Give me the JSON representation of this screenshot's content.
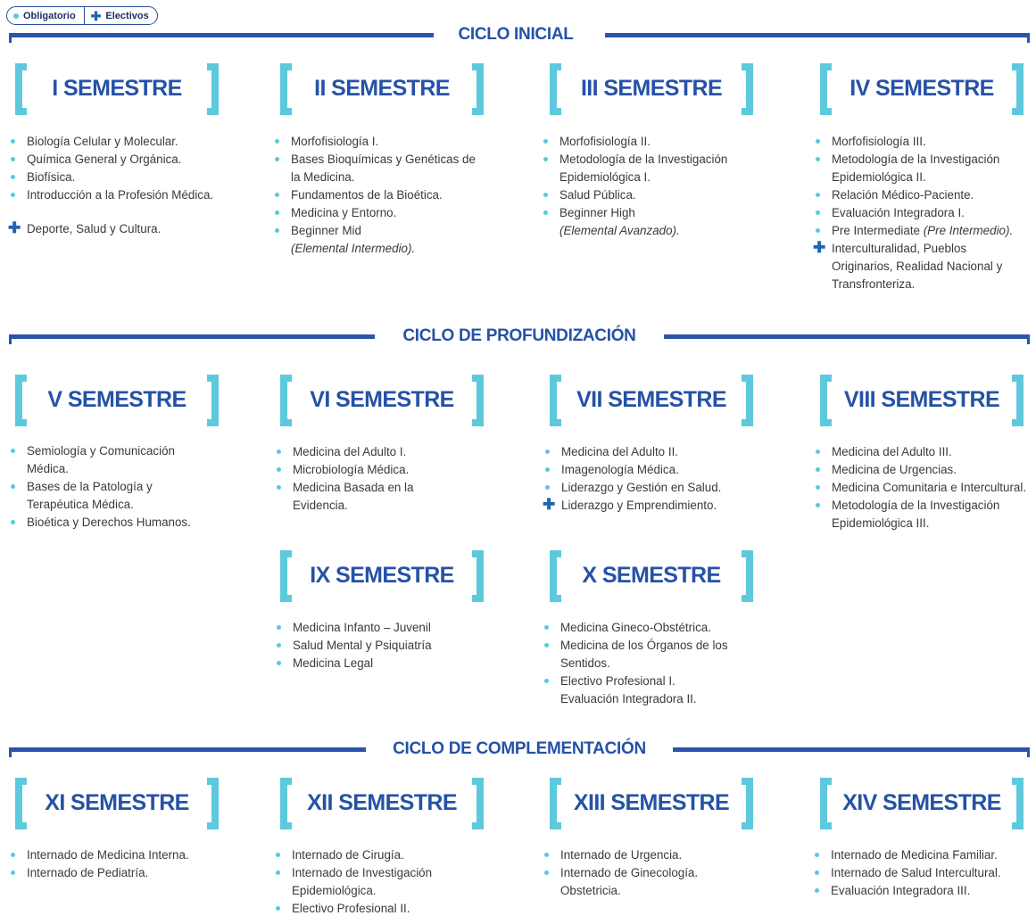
{
  "legend": {
    "mandatory": "Obligatorio",
    "electives": "Electivos"
  },
  "cycles": {
    "c1": "CICLO INICIAL",
    "c2": "CICLO DE PROFUNDIZACIÓN",
    "c3": "CICLO DE COMPLEMENTACIÓN"
  },
  "semesters": {
    "s1": {
      "title": "I SEMESTRE",
      "courses": [
        "Biología Celular y Molecular.",
        "Química General y Orgánica.",
        "Biofísica.",
        "Introducción a la Profesión Médica."
      ],
      "electives": [
        "Deporte, Salud y Cultura."
      ]
    },
    "s2": {
      "title": "II SEMESTRE",
      "courses": [
        "Morfofisiología I.",
        "Bases Bioquímicas y Genéticas de la Medicina.",
        "Fundamentos de la Bioética.",
        "Medicina y Entorno.",
        "Beginner Mid"
      ],
      "italic": "(Elemental Intermedio)."
    },
    "s3": {
      "title": "III SEMESTRE",
      "courses": [
        "Morfofisiología II.",
        "Metodología de la Investigación Epidemiológica I.",
        "Salud Pública.",
        "Beginner High"
      ],
      "italic": "(Elemental Avanzado)."
    },
    "s4": {
      "title": "IV SEMESTRE",
      "courses": [
        "Morfofisiología III.",
        "Metodología de la Investigación Epidemiológica II.",
        "Relación Médico-Paciente.",
        "Evaluación Integradora I.",
        "Pre Intermediate "
      ],
      "italic": "(Pre Intermedio).",
      "electives": [
        "Interculturalidad, Pueblos Originarios, Realidad Nacional y Transfronteriza."
      ]
    },
    "s5": {
      "title": "V SEMESTRE",
      "courses": [
        "Semiología y Comunicación Médica.",
        "Bases de la Patología y Terapéutica Médica.",
        "Bioética y Derechos Humanos."
      ]
    },
    "s6": {
      "title": "VI SEMESTRE",
      "courses": [
        "Medicina del Adulto I.",
        "Microbiología Médica.",
        "Medicina Basada en la Evidencia."
      ]
    },
    "s7": {
      "title": "VII SEMESTRE",
      "courses": [
        "Medicina del Adulto II.",
        "Imagenología Médica.",
        "Liderazgo y Gestión en Salud."
      ],
      "electives": [
        "Liderazgo y Emprendimiento."
      ]
    },
    "s8": {
      "title": "VIII SEMESTRE",
      "courses": [
        "Medicina del Adulto III.",
        "Medicina de Urgencias.",
        "Medicina Comunitaria e Intercultural.",
        "Metodología de la Investigación Epidemiológica III."
      ]
    },
    "s9": {
      "title": "IX SEMESTRE",
      "courses": [
        "Medicina Infanto – Juvenil",
        "Salud Mental y Psiquiatría",
        "Medicina Legal"
      ]
    },
    "s10": {
      "title": "X SEMESTRE",
      "courses": [
        "Medicina Gineco-Obstétrica.",
        "Medicina de los Órganos de los Sentidos.",
        "Electivo Profesional I.",
        "Evaluación Integradora II."
      ]
    },
    "s11": {
      "title": "XI SEMESTRE",
      "courses": [
        "Internado de Medicina Interna.",
        "Internado de Pediatría."
      ]
    },
    "s12": {
      "title": "XII SEMESTRE",
      "courses": [
        "Internado de Cirugía.",
        "Internado de Investigación Epidemiológica.",
        "Electivo Profesional II."
      ]
    },
    "s13": {
      "title": "XIII SEMESTRE",
      "courses": [
        "Internado de Urgencia.",
        "Internado de Ginecología. Obstetricia."
      ]
    },
    "s14": {
      "title": "XIV SEMESTRE",
      "courses": [
        "Internado de Medicina Familiar.",
        "Internado de Salud Intercultural.",
        "Evaluación Integradora III."
      ]
    }
  }
}
